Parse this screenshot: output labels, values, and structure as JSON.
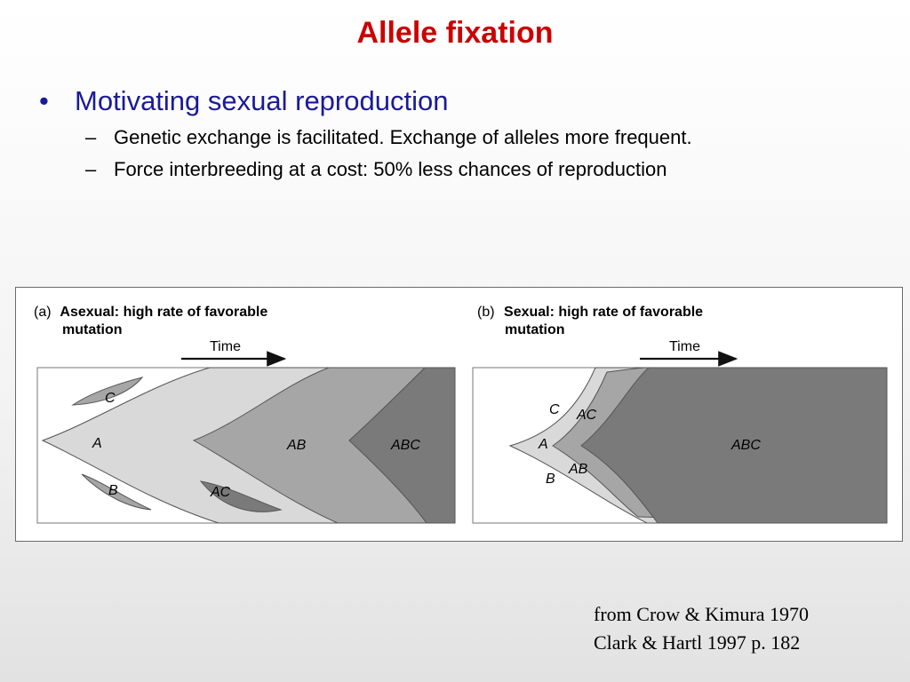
{
  "slide": {
    "title": "Allele fixation",
    "title_color": "#cc0000",
    "bullet_color": "#1a1a99",
    "bullet": {
      "text": "Motivating sexual reproduction",
      "subitems": [
        "Genetic exchange is facilitated.  Exchange of alleles more frequent.",
        "Force interbreeding at a cost: 50% less chances of reproduction"
      ]
    }
  },
  "figure": {
    "panel_a": {
      "title_prefix": "(a)",
      "title_line1": "Asexual: high rate of favorable",
      "title_line2": "mutation",
      "time_label": "Time",
      "labels": {
        "c": "C",
        "a": "A",
        "b": "B",
        "ab": "AB",
        "ac": "AC",
        "abc": "ABC"
      }
    },
    "panel_b": {
      "title_prefix": "(b)",
      "title_line1": "Sexual: high rate of favorable",
      "title_line2": "mutation",
      "time_label": "Time",
      "labels": {
        "c": "C",
        "ac": "AC",
        "a": "A",
        "ab": "AB",
        "b": "B",
        "abc": "ABC"
      }
    },
    "colors": {
      "light": "#d9d9d9",
      "mid": "#a6a6a6",
      "dark": "#7a7a7a"
    }
  },
  "credit": {
    "line1": "from Crow & Kimura 1970",
    "line2": "Clark & Hartl 1997 p. 182"
  }
}
